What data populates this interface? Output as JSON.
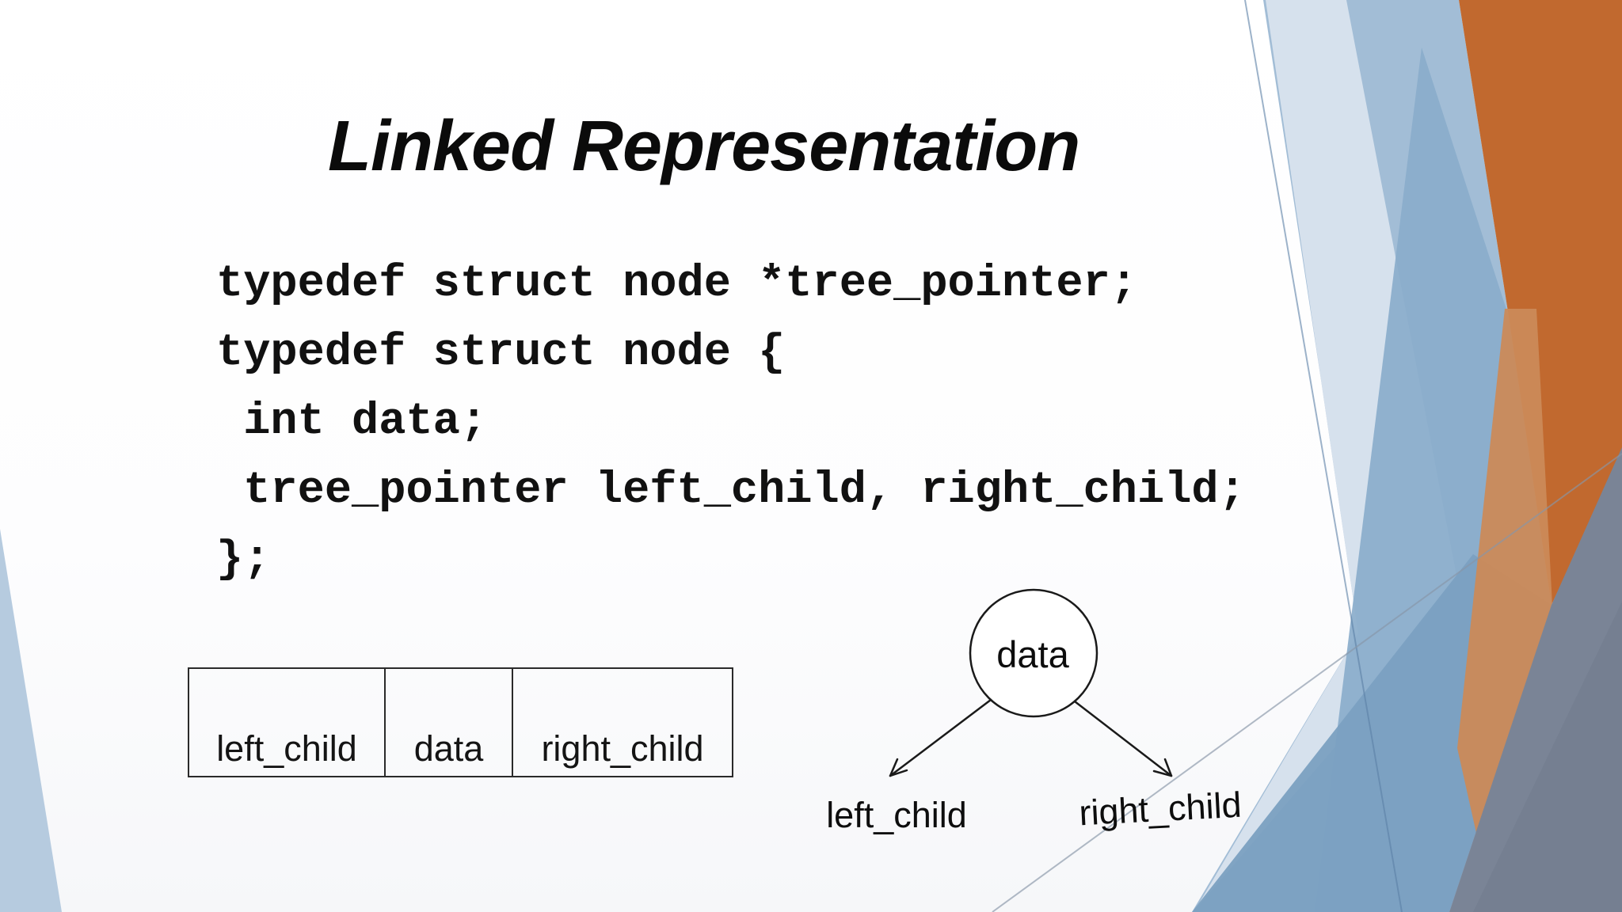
{
  "slide": {
    "title": "Linked Representation",
    "code": {
      "lines": [
        "typedef struct node *tree_pointer;",
        "typedef struct node {",
        " int data;",
        " tree_pointer left_child, right_child;",
        "};"
      ]
    },
    "node_table": {
      "cells": [
        "left_child",
        "data",
        "right_child"
      ]
    },
    "tree_diagram": {
      "root_label": "data",
      "left_child_label": "left_child",
      "right_child_label": "right_child"
    }
  },
  "colors": {
    "text": "#0d0d0d",
    "decor_light_blue": "#A2BDD6",
    "decor_pale_blue": "#E3EAF3",
    "decor_medium_blue": "#8AACCB",
    "decor_steel_blue": "#7BA0C1",
    "decor_orange": "#C1692F",
    "decor_light_orange": "#CB8A58",
    "decor_gray": "#7A8496",
    "decor_gray_dark": "#6F7A8B",
    "decor_corner_wedge": "#B6CBDF",
    "thin_line_blue": "#5C80A6",
    "thin_line_gray": "#8896A8"
  }
}
